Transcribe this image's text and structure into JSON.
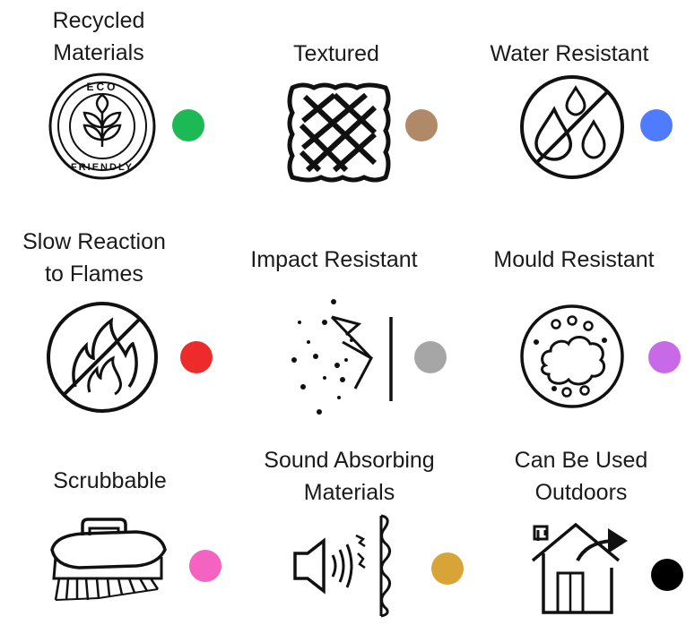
{
  "features": [
    {
      "label": "Recycled\nMaterials",
      "icon": "eco-friendly-icon",
      "badge_top": "ECO",
      "badge_bottom": "FRIENDLY",
      "color": "#1db954"
    },
    {
      "label": "Textured",
      "icon": "textured-mesh-icon",
      "color": "#b08a68"
    },
    {
      "label": "Water Resistant",
      "icon": "no-water-icon",
      "color": "#4f7cff"
    },
    {
      "label": "Slow Reaction\nto Flames",
      "icon": "no-fire-icon",
      "color": "#ee2b2b"
    },
    {
      "label": "Impact Resistant",
      "icon": "impact-icon",
      "color": "#a6a6a6"
    },
    {
      "label": "Mould Resistant",
      "icon": "mould-icon",
      "color": "#c86ae8"
    },
    {
      "label": "Scrubbable",
      "icon": "scrub-brush-icon",
      "color": "#f463c2"
    },
    {
      "label": "Sound Absorbing\nMaterials",
      "icon": "sound-absorb-icon",
      "color": "#d9a437"
    },
    {
      "label": "Can Be Used\nOutdoors",
      "icon": "house-outdoor-icon",
      "color": "#000000"
    }
  ]
}
